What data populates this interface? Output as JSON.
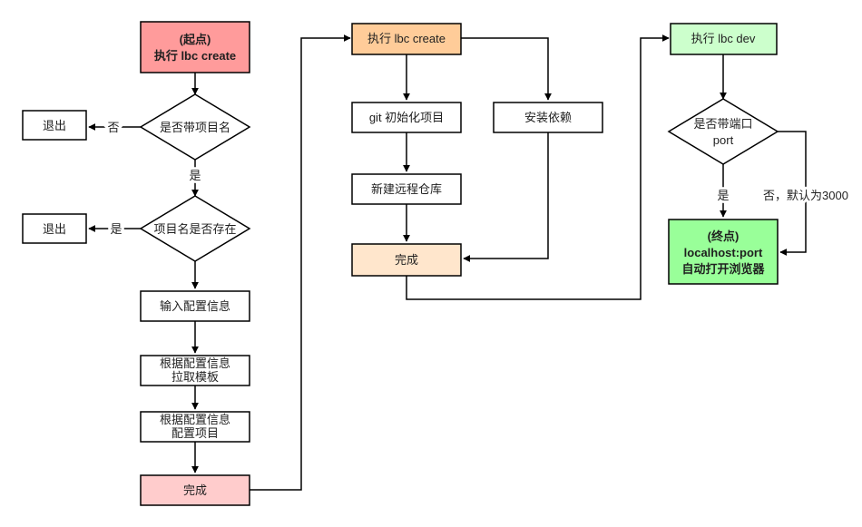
{
  "colors": {
    "start": "#ff9b9b",
    "done_pink": "#ffcccc",
    "orange": "#ffcc99",
    "done_orange": "#ffe6cc",
    "light_green": "#ccffcc",
    "end_green": "#99ff99",
    "white": "#ffffff",
    "stroke": "#000000"
  },
  "column1": {
    "start_line1": "(起点)",
    "start_line2": "执行 lbc create",
    "check_name": "是否带项目名",
    "exit1": "退出",
    "check_exists": "项目名是否存在",
    "exit2": "退出",
    "input_config": "输入配置信息",
    "pull_line1": "根据配置信息",
    "pull_line2": "拉取模板",
    "cfg_line1": "根据配置信息",
    "cfg_line2": "配置项目",
    "done": "完成"
  },
  "column2": {
    "create": "执行 lbc create",
    "git_init": "git 初始化项目",
    "install": "安装依赖",
    "remote": "新建远程仓库",
    "done": "完成"
  },
  "column3": {
    "dev": "执行 lbc dev",
    "port_line1": "是否带端口",
    "port_line2": "port",
    "end_line1": "(终点)",
    "end_line2": "localhost:port",
    "end_line3": "自动打开浏览器"
  },
  "edge_labels": {
    "no1": "否",
    "yes1": "是",
    "yes2": "是",
    "yes3": "是",
    "no_default": "否，默认为3000"
  }
}
